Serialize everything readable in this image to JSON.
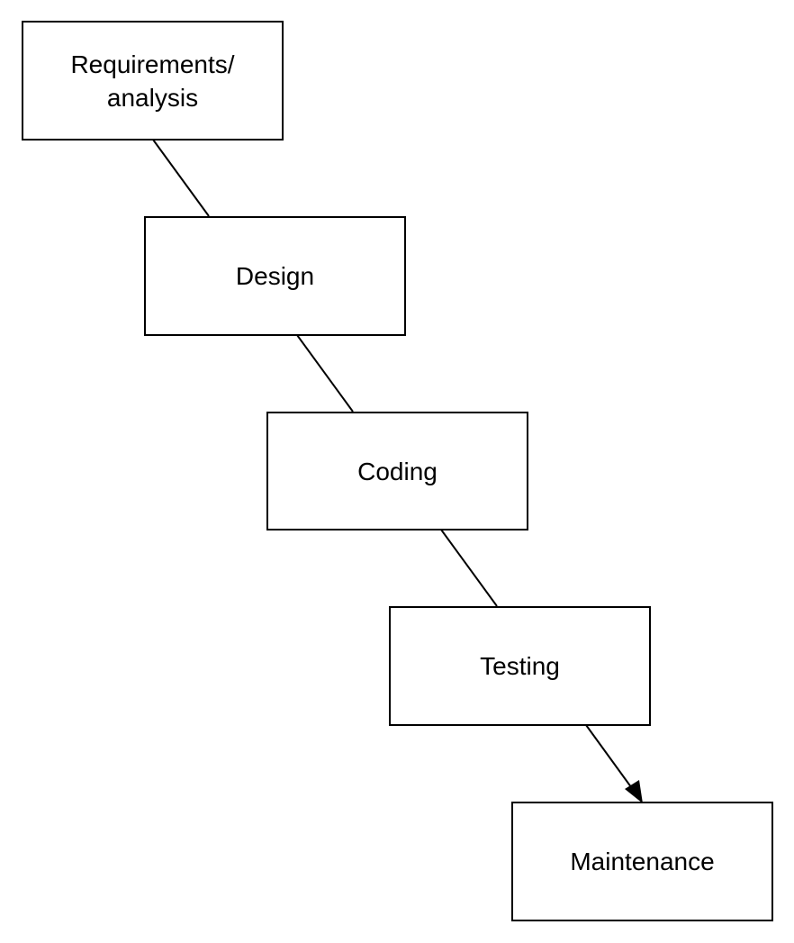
{
  "diagram": {
    "stages": [
      {
        "id": "requirements",
        "lines": [
          "Requirements/",
          "analysis"
        ]
      },
      {
        "id": "design",
        "lines": [
          "Design"
        ]
      },
      {
        "id": "coding",
        "lines": [
          "Coding"
        ]
      },
      {
        "id": "testing",
        "lines": [
          "Testing"
        ]
      },
      {
        "id": "maintenance",
        "lines": [
          "Maintenance"
        ]
      }
    ],
    "connectors": [
      {
        "from": "requirements",
        "to": "design",
        "arrow": false
      },
      {
        "from": "design",
        "to": "coding",
        "arrow": false
      },
      {
        "from": "coding",
        "to": "testing",
        "arrow": false
      },
      {
        "from": "testing",
        "to": "maintenance",
        "arrow": true
      }
    ],
    "colors": {
      "stroke": "#000000",
      "fill": "#ffffff",
      "text": "#000000"
    }
  }
}
